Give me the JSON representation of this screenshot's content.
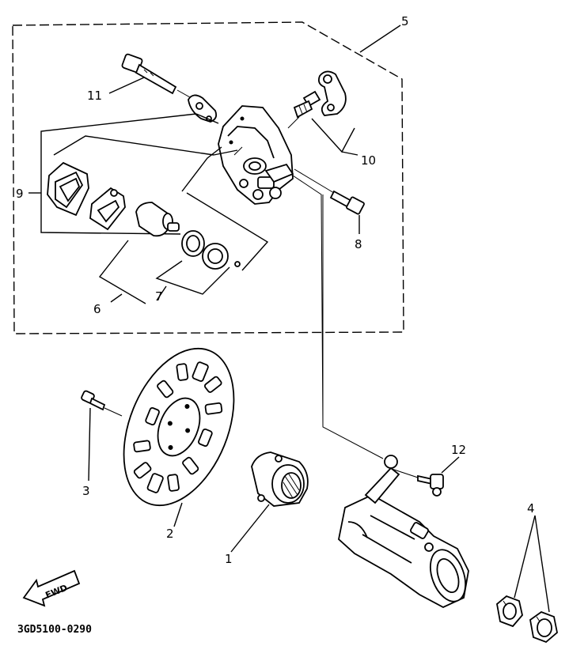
{
  "callouts": {
    "c1": "1",
    "c2": "2",
    "c3": "3",
    "c4": "4",
    "c5": "5",
    "c6": "6",
    "c7": "7",
    "c8": "8",
    "c9": "9",
    "c10": "10",
    "c11": "11",
    "c12": "12"
  },
  "fwd_label": "FWD",
  "diagram_code": "3GD5100-0290"
}
